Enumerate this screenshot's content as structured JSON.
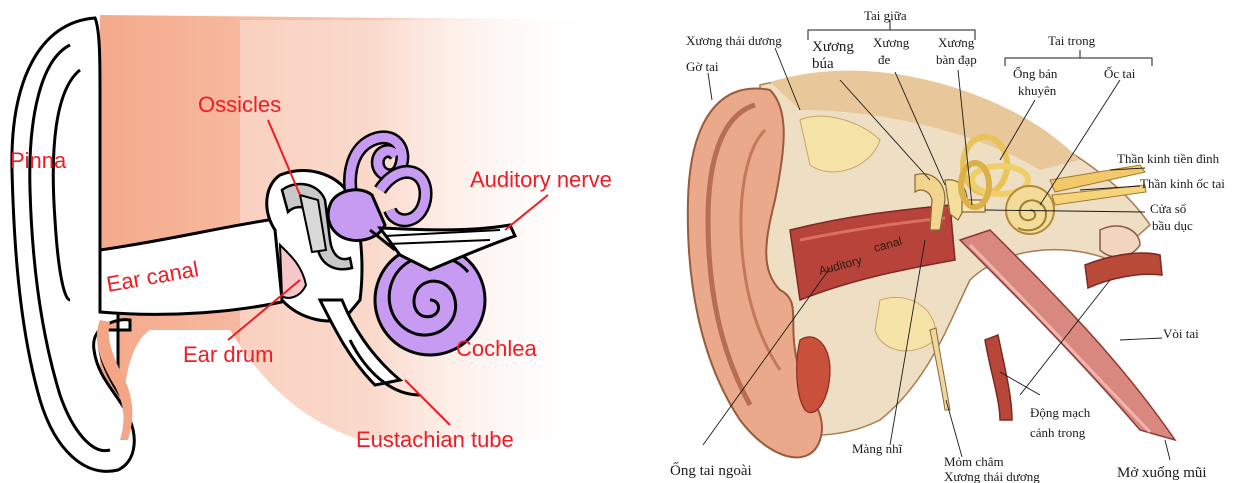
{
  "left_diagram": {
    "labels": {
      "pinna": "Pinna",
      "ossicles": "Ossicles",
      "auditory_nerve": "Auditory nerve",
      "ear_canal": "Ear canal",
      "ear_drum": "Ear drum",
      "cochlea": "Cochlea",
      "eustachian_tube": "Eustachian tube"
    },
    "colors": {
      "label_red": "#ee1c24",
      "skin": "#f4a98a",
      "cochlea_purple": "#c79bf2",
      "ossicle_gray": "#c8c8c8",
      "eardrum_pink": "#f6c6c9"
    }
  },
  "right_diagram": {
    "labels": {
      "tai_giua": "Tai giữa",
      "tai_trong": "Tai trong",
      "xuong_thai_duong": "Xương thái dương",
      "go_tai": "Gờ tai",
      "xuong_bua_1": "Xương",
      "xuong_bua_2": "búa",
      "xuong_de_1": "Xương",
      "xuong_de_2": "đe",
      "xuong_ban_dap_1": "Xương",
      "xuong_ban_dap_2": "bàn đạp",
      "ong_ban_khuyen_1": "Ống bán",
      "ong_ban_khuyen_2": "khuyên",
      "oc_tai": "Ốc tai",
      "than_kinh_tien_dinh": "Thần kinh tiền đình",
      "than_kinh_oc_tai": "Thần kinh ốc tai",
      "cua_so_bau_duc_1": "Cửa sổ",
      "cua_so_bau_duc_2": "bầu dục",
      "voi_tai": "Vòi tai",
      "dong_mach_1": "Động mạch",
      "dong_mach_2": "cảnh trong",
      "mang_nhi": "Màng nhĩ",
      "mom_cham_1": "Mỏm châm",
      "mom_cham_2": "Xương thái dương",
      "mo_xuong_mui": "Mở xuống mũi",
      "ong_tai_ngoai": "Ống tai ngoài",
      "auditory": "Auditory",
      "canal": "canal"
    }
  }
}
